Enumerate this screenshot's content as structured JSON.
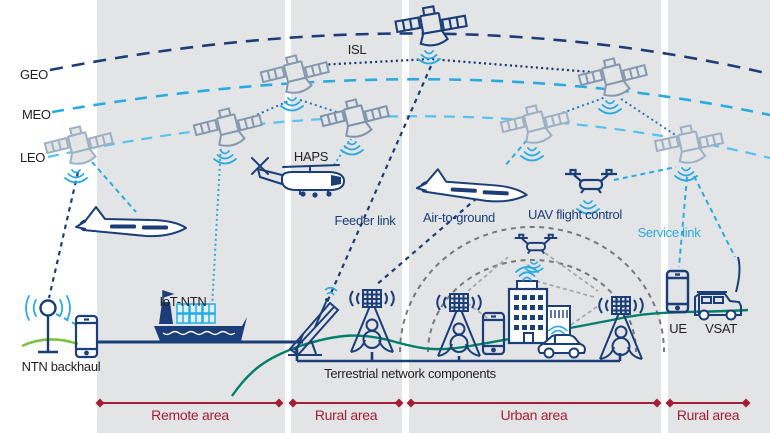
{
  "orbits": {
    "geo": "GEO",
    "meo": "MEO",
    "leo": "LEO"
  },
  "links": {
    "isl": "ISL",
    "feeder": "Feeder link",
    "air_to_ground": "Air-to-ground",
    "uav_control": "UAV flight control",
    "service": "Service link"
  },
  "nodes": {
    "haps": "HAPS",
    "iot_ntn": "IoT-NTN",
    "ntn_backhaul": "NTN backhaul",
    "ue": "UE",
    "vsat": "VSAT",
    "terrestrial": "Terrestrial network components"
  },
  "areas": [
    {
      "label": "Remote area"
    },
    {
      "label": "Rural area"
    },
    {
      "label": "Urban area"
    },
    {
      "label": "Rural area"
    }
  ],
  "colors": {
    "navy": "#1b3e78",
    "cyan": "#29abe2",
    "leo_arc": "#56c2ee",
    "intersat_blue": "#2079c0",
    "isl_navy": "#16356e",
    "satellite_slate": "#8599b0",
    "dome_gray": "#77787b",
    "mesh_gray": "#a6a8ab",
    "teal_green": "#00806b",
    "bright_green": "#7dc142",
    "area_red": "#a51e33",
    "panel_gray": "#e3e4e6",
    "text_dark": "#231f20"
  }
}
